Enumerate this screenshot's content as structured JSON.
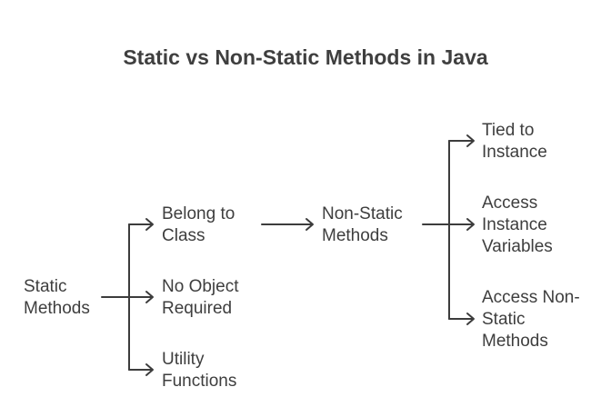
{
  "diagram": {
    "title": "Static vs Non-Static Methods in Java",
    "nodes": {
      "static_methods": "Static\nMethods",
      "belong_to_class": "Belong to\nClass",
      "no_object_required": "No Object\nRequired",
      "utility_functions": "Utility\nFunctions",
      "non_static_methods": "Non-Static\nMethods",
      "tied_to_instance": "Tied to\nInstance",
      "access_instance_variables": "Access\nInstance\nVariables",
      "access_non_static_methods": "Access Non-\nStatic\nMethods"
    },
    "line_color": "#3c3c3c"
  }
}
